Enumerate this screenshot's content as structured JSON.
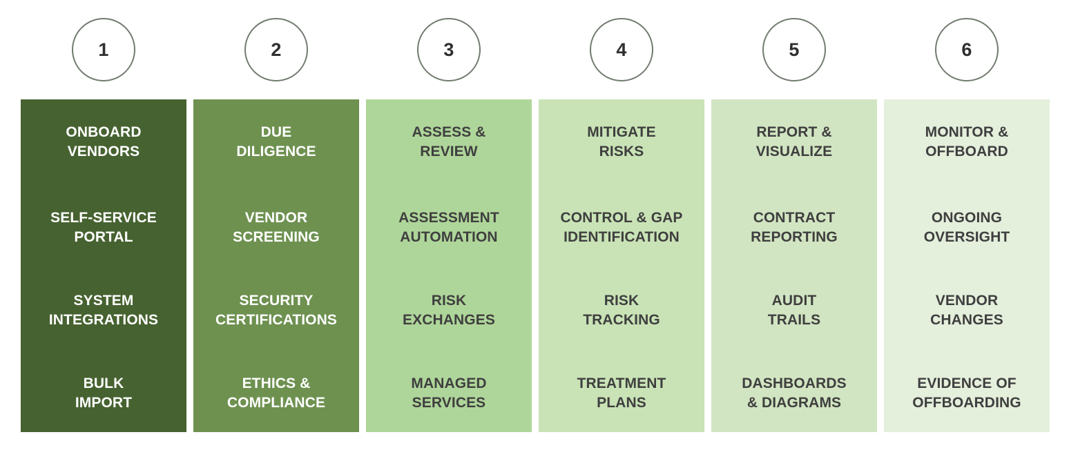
{
  "diagram": {
    "type": "process-stages",
    "orientation": "horizontal",
    "background_color": "#ffffff",
    "circle_border_color": "#707b6e",
    "circle_fill_color": "#ffffff",
    "circle_number_color": "#2f2f2f",
    "text_color_on_dark": "#ffffff",
    "text_color_on_light": "#3f3f3f",
    "stages": [
      {
        "number": "1",
        "fill": "#466230",
        "text_theme": "on-dark",
        "heading": "ONBOARD\nVENDORS",
        "items": [
          "SELF-SERVICE\nPORTAL",
          "SYSTEM\nINTEGRATIONS",
          "BULK\nIMPORT"
        ]
      },
      {
        "number": "2",
        "fill": "#6e9150",
        "text_theme": "on-dark",
        "heading": "DUE\nDILIGENCE",
        "items": [
          "VENDOR\nSCREENING",
          "SECURITY\nCERTIFICATIONS",
          "ETHICS &\nCOMPLIANCE"
        ]
      },
      {
        "number": "3",
        "fill": "#afd69a",
        "text_theme": "on-light",
        "heading": "ASSESS &\nREVIEW",
        "items": [
          "ASSESSMENT\nAUTOMATION",
          "RISK\nEXCHANGES",
          "MANAGED\nSERVICES"
        ]
      },
      {
        "number": "4",
        "fill": "#c9e3b6",
        "text_theme": "on-light",
        "heading": "MITIGATE\nRISKS",
        "items": [
          "CONTROL & GAP\nIDENTIFICATION",
          "RISK\nTRACKING",
          "TREATMENT\nPLANS"
        ]
      },
      {
        "number": "5",
        "fill": "#d2e5c2",
        "text_theme": "on-light",
        "heading": "REPORT &\nVISUALIZE",
        "items": [
          "CONTRACT\nREPORTING",
          "AUDIT\nTRAILS",
          "DASHBOARDS\n& DIAGRAMS"
        ]
      },
      {
        "number": "6",
        "fill": "#e4efdc",
        "text_theme": "on-light",
        "heading": "MONITOR &\nOFFBOARD",
        "items": [
          "ONGOING\nOVERSIGHT",
          "VENDOR\nCHANGES",
          "EVIDENCE OF\nOFFBOARDING"
        ]
      }
    ]
  }
}
